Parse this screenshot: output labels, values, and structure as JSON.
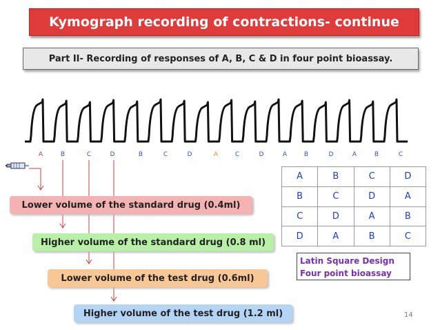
{
  "title": "Kymograph recording of contractions- continue",
  "subtitle": "Part II- Recording of responses of A, B, C & D in four point bioassay.",
  "trace_labels": [
    {
      "text": "A",
      "color": "#d63a3a"
    },
    {
      "text": "B",
      "color": "#2b4fd1"
    },
    {
      "text": "C",
      "color": "#2b4fd1"
    },
    {
      "text": "D",
      "color": "#2b4fd1"
    },
    {
      "text": "B",
      "color": "#2b4fd1"
    },
    {
      "text": "C",
      "color": "#2b4fd1"
    },
    {
      "text": "D",
      "color": "#2b4fd1"
    },
    {
      "text": "A",
      "color": "#e88a1a"
    },
    {
      "text": "C",
      "color": "#2b4fd1"
    },
    {
      "text": "D",
      "color": "#2b4fd1"
    },
    {
      "text": "A",
      "color": "#2b4fd1"
    },
    {
      "text": "B",
      "color": "#2b4fd1"
    },
    {
      "text": "D",
      "color": "#2b4fd1"
    },
    {
      "text": "A",
      "color": "#2b4fd1"
    },
    {
      "text": "B",
      "color": "#2b4fd1"
    },
    {
      "text": "C",
      "color": "#2b4fd1"
    }
  ],
  "labels": {
    "lower_std": "Lower volume of the standard drug (0.4ml)",
    "higher_std": "Higher volume of the standard drug (0.8 ml)",
    "lower_test": "Lower volume of the test drug (0.6ml)",
    "higher_test": "Higher volume of the test drug (1.2 ml)"
  },
  "latin_square": [
    [
      "A",
      "B",
      "C",
      "D"
    ],
    [
      "B",
      "C",
      "D",
      "A"
    ],
    [
      "C",
      "D",
      "A",
      "B"
    ],
    [
      "D",
      "A",
      "B",
      "C"
    ]
  ],
  "ls_note": {
    "line1": "Latin Square Design",
    "line2": "Four point bioassay"
  },
  "page_number": "14",
  "colors": {
    "title_bg": "#e03b3b",
    "arrow": "#c04040",
    "table_text": "#1a3fc4",
    "note_text": "#7b2fb8"
  }
}
